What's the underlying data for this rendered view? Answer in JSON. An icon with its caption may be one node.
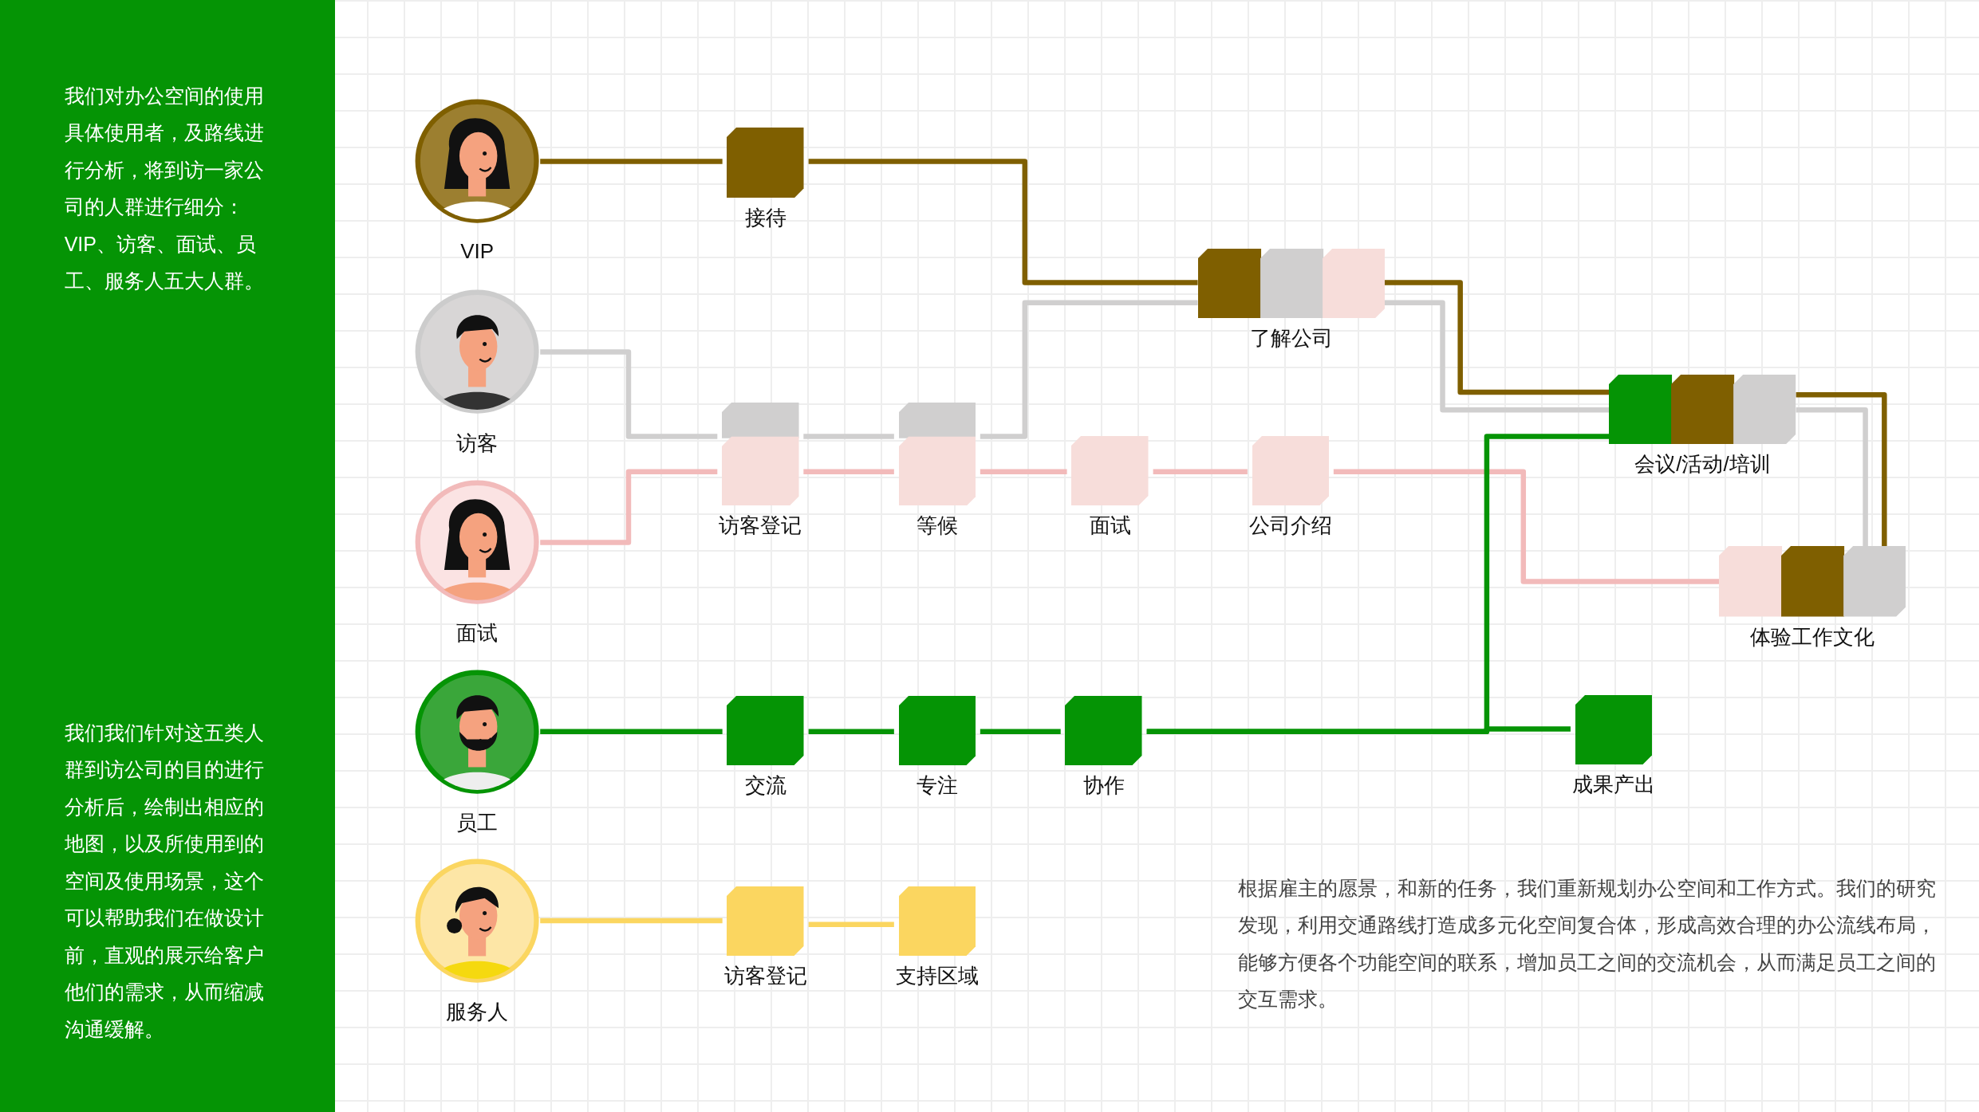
{
  "diagram": {
    "nodes": [
      {
        "text": [
          "VIP"
        ]
      },
      {
        "text": [
          "访客"
        ]
      },
      {
        "text": [
          "面试"
        ]
      },
      {
        "text": [
          "员工"
        ]
      },
      {
        "text": [
          "服务人"
        ]
      },
      {
        "text": [
          "接待"
        ]
      },
      {
        "text": [
          "了解公司"
        ]
      },
      {
        "text": [
          "会议/活动/培训"
        ]
      },
      {
        "text": [
          "体验工作文化"
        ]
      },
      {
        "text": [
          "访客登记"
        ]
      },
      {
        "text": [
          "等候"
        ]
      },
      {
        "text": [
          "面试"
        ]
      },
      {
        "text": [
          "公司介绍"
        ]
      },
      {
        "text": [
          "交流"
        ]
      },
      {
        "text": [
          "专注"
        ]
      },
      {
        "text": [
          "协作"
        ]
      },
      {
        "text": [
          "成果产出"
        ]
      },
      {
        "text": [
          "访客登记"
        ]
      },
      {
        "text": [
          "支持区域"
        ]
      }
    ],
    "edges": [
      {
        "from": 0,
        "to": 5,
        "arrow": "none",
        "color": "#7f5f00"
      },
      {
        "from": 5,
        "to": 6,
        "arrow": "none",
        "color": "#7f5f00"
      },
      {
        "from": 6,
        "to": 7,
        "arrow": "none",
        "color": "#7f5f00"
      },
      {
        "from": 7,
        "to": 8,
        "arrow": "none",
        "color": "#7f5f00"
      },
      {
        "from": 1,
        "to": 9,
        "arrow": "none",
        "color": "#d0cfcf"
      },
      {
        "from": 9,
        "to": 10,
        "arrow": "none",
        "color": "#d0cfcf"
      },
      {
        "from": 10,
        "to": 6,
        "arrow": "none",
        "color": "#d0cfcf"
      },
      {
        "from": 6,
        "to": 7,
        "arrow": "none",
        "color": "#d0cfcf"
      },
      {
        "from": 7,
        "to": 8,
        "arrow": "none",
        "color": "#d0cfcf"
      },
      {
        "from": 2,
        "to": 9,
        "arrow": "none",
        "color": "#f2baba"
      },
      {
        "from": 9,
        "to": 10,
        "arrow": "none",
        "color": "#f2baba"
      },
      {
        "from": 10,
        "to": 11,
        "arrow": "none",
        "color": "#f2baba"
      },
      {
        "from": 11,
        "to": 12,
        "arrow": "none",
        "color": "#f2baba"
      },
      {
        "from": 12,
        "to": 8,
        "arrow": "none",
        "color": "#f2baba"
      },
      {
        "from": 3,
        "to": 13,
        "arrow": "none",
        "color": "#059405"
      },
      {
        "from": 13,
        "to": 14,
        "arrow": "none",
        "color": "#059405"
      },
      {
        "from": 14,
        "to": 15,
        "arrow": "none",
        "color": "#059405"
      },
      {
        "from": 15,
        "to": 16,
        "arrow": "none",
        "color": "#059405"
      },
      {
        "from": 15,
        "to": 7,
        "arrow": "none",
        "color": "#059405"
      },
      {
        "from": 4,
        "to": 17,
        "arrow": "none",
        "color": "#fbd660"
      },
      {
        "from": 17,
        "to": 18,
        "arrow": "none",
        "color": "#fbd660"
      }
    ],
    "labels": [
      "我们对办公空间的使用具体使用者，及路线进行分析，将到访一家公司的人群进行细分：VIP、访客、面试、员工、服务人五大人群。",
      "我们我们针对这五类人群到访公司的目的进行分析后，绘制出相应的地图，以及所使用到的空间及使用场景，这个可以帮助我们在做设计前，直观的展示给客户他们的需求，从而缩减沟通缓解。",
      "根据雇主的愿景，和新的任务，我们重新规划办公空间和工作方式。我们的研究发现，利用交通路线打造成多元化空间复合体，形成高效合理的办公流线布局，能够方便各个功能空间的联系，增加员工之间的交流机会，从而满足员工之间的交互需求。"
    ]
  }
}
